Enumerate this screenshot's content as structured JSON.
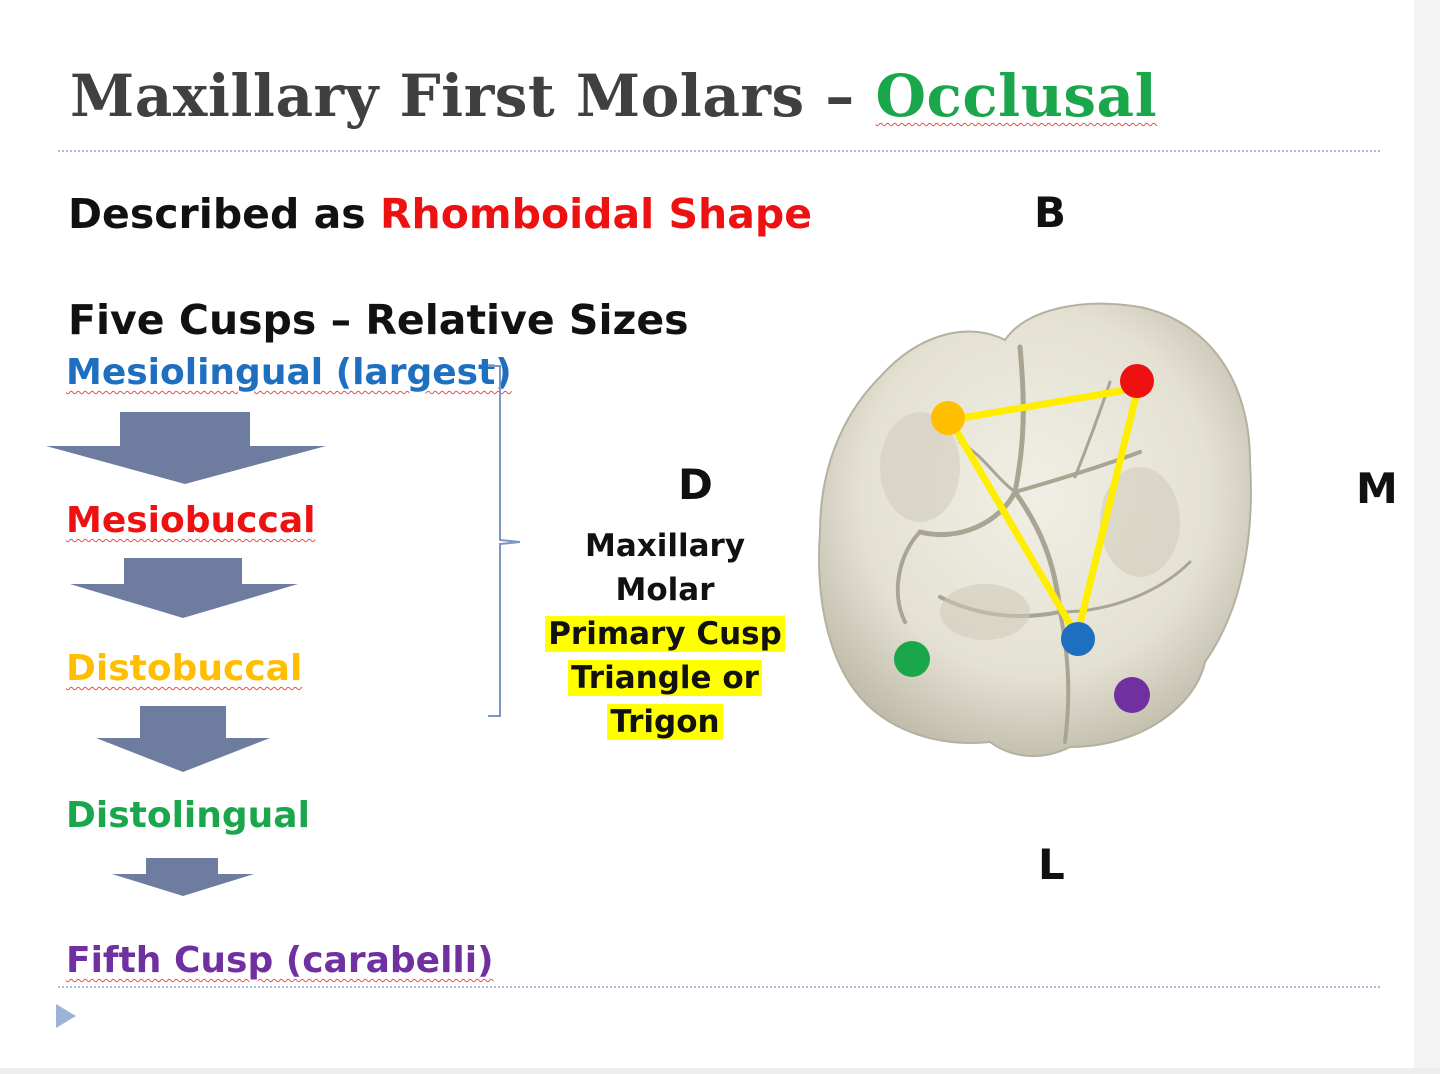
{
  "slide": {
    "title_main": "Maxillary First Molars – ",
    "title_accent": "Occlusal",
    "shape_prefix": "Described as ",
    "shape_value": "Rhomboidal Shape",
    "cusps_heading": "Five Cusps – Relative Sizes",
    "cusps": [
      {
        "label": "Mesiolingual (largest)",
        "color": "#1f6fc0"
      },
      {
        "label": "Mesiobuccal",
        "color": "#ee1111"
      },
      {
        "label": "Distobuccal",
        "color": "#ffbf00"
      },
      {
        "label": "Distolingual",
        "color": "#1aa64a"
      },
      {
        "label": "Fifth Cusp (carabelli)",
        "color": "#7030a0"
      }
    ],
    "orientation": {
      "buccal": "B",
      "distal": "D",
      "mesial": "M",
      "lingual": "L"
    },
    "trigon_line1": "Maxillary",
    "trigon_line2": "Molar",
    "trigon_line3": "Primary Cusp",
    "trigon_line4": "Triangle or",
    "trigon_line5": "Trigon",
    "colors": {
      "title_text": "#404040",
      "title_accent": "#1aa64a",
      "emphasis_red": "#ee1111",
      "arrow_fill": "#6e7c9f",
      "highlight": "#ffff00",
      "triangle_line": "#ffee00",
      "tooth_enamel": "#e4e1d3"
    }
  }
}
